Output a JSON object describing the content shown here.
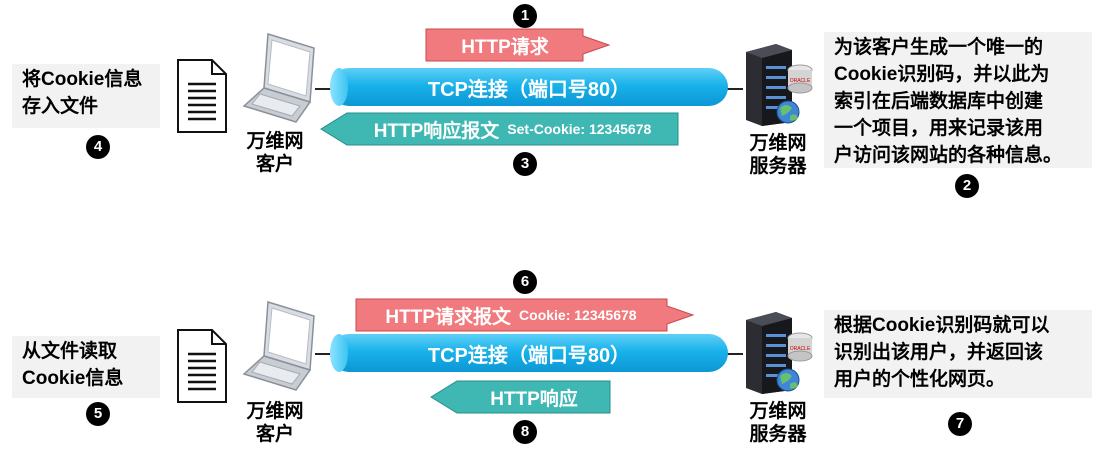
{
  "colors": {
    "request": "#ee6e73",
    "response": "#3db3b3",
    "pipe": "#19b2ea"
  },
  "top": {
    "step1": "1",
    "step2": "2",
    "step3": "3",
    "step4": "4",
    "request_label": "HTTP请求",
    "pipe_label": "TCP连接（端口号80）",
    "response_label": "HTTP响应报文",
    "response_header": "Set-Cookie: 12345678",
    "client_note_line1": "将Cookie信息",
    "client_note_line2": "存入文件",
    "server_note": [
      "为该客户生成一个唯一的",
      "Cookie识别码，并以此为",
      "索引在后端数据库中创建",
      "一个项目，用来记录该用",
      "户访问该网站的各种信息。"
    ],
    "client_label_line1": "万维网",
    "client_label_line2": "客户",
    "server_label_line1": "万维网",
    "server_label_line2": "服务器"
  },
  "bottom": {
    "step5": "5",
    "step6": "6",
    "step7": "7",
    "step8": "8",
    "request_label": "HTTP请求报文",
    "request_header": "Cookie: 12345678",
    "pipe_label": "TCP连接（端口号80）",
    "response_label": "HTTP响应",
    "client_note_line1": "从文件读取",
    "client_note_line2": "Cookie信息",
    "server_note": [
      "根据Cookie识别码就可以",
      "识别出该用户，并返回该",
      "用户的个性化网页。"
    ],
    "client_label_line1": "万维网",
    "client_label_line2": "客户",
    "server_label_line1": "万维网",
    "server_label_line2": "服务器"
  },
  "icons": {
    "document": "document-icon",
    "laptop": "laptop-icon",
    "server": "server-icon"
  }
}
